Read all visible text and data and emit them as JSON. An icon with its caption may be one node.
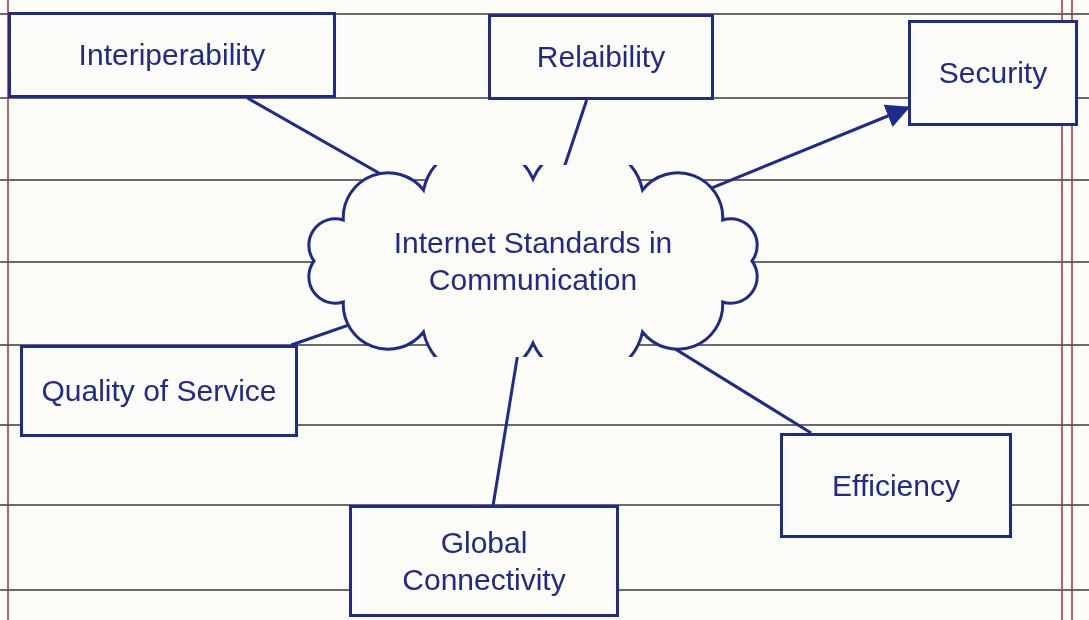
{
  "diagram": {
    "nodes": [
      {
        "text": [
          "Interiperability"
        ]
      },
      {
        "text": [
          "Relaibility"
        ]
      },
      {
        "text": [
          "Security"
        ]
      },
      {
        "text": [
          "Internet Standards in Communication"
        ]
      },
      {
        "text": [
          "Quality of Service"
        ]
      },
      {
        "text": [
          "Efficiency"
        ]
      },
      {
        "text": [
          "Global Connectivity"
        ]
      }
    ],
    "edges": [
      {
        "from": 3,
        "to": 0,
        "arrow": "none"
      },
      {
        "from": 3,
        "to": 1,
        "arrow": "none"
      },
      {
        "from": 3,
        "to": 2,
        "arrow": "to"
      },
      {
        "from": 3,
        "to": 4,
        "arrow": "none"
      },
      {
        "from": 3,
        "to": 5,
        "arrow": "none"
      },
      {
        "from": 3,
        "to": 6,
        "arrow": "none"
      }
    ]
  }
}
